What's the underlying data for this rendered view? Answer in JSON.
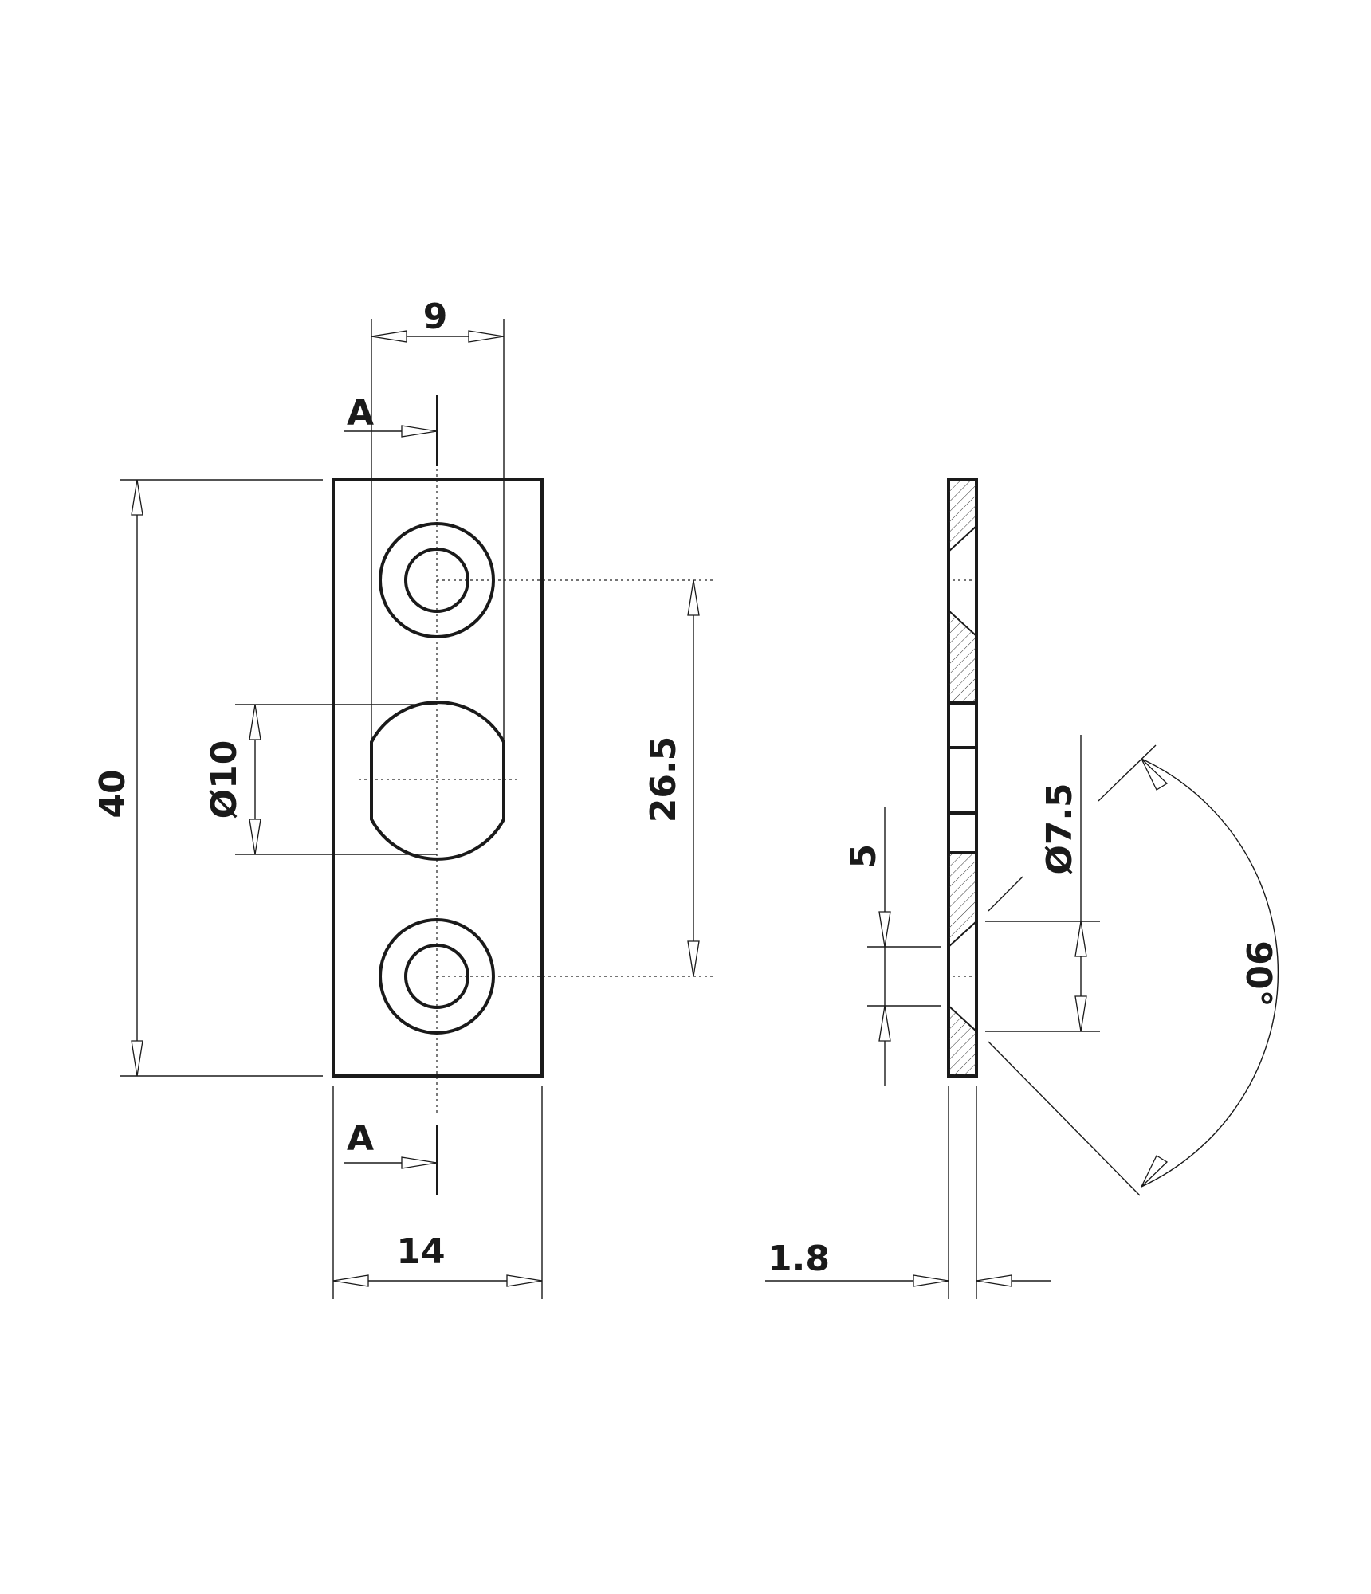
{
  "dimensions": {
    "dim_9": "9",
    "dim_40": "40",
    "dim_d10": "Ø10",
    "dim_26_5": "26.5",
    "dim_14": "14",
    "dim_5": "5",
    "dim_d7_5": "Ø7.5",
    "dim_1_8": "1.8",
    "dim_angle": "90°"
  },
  "section_marks": {
    "top": "A",
    "bottom": "A"
  },
  "colors": {
    "ink": "#1a1a1a",
    "background": "#ffffff"
  }
}
